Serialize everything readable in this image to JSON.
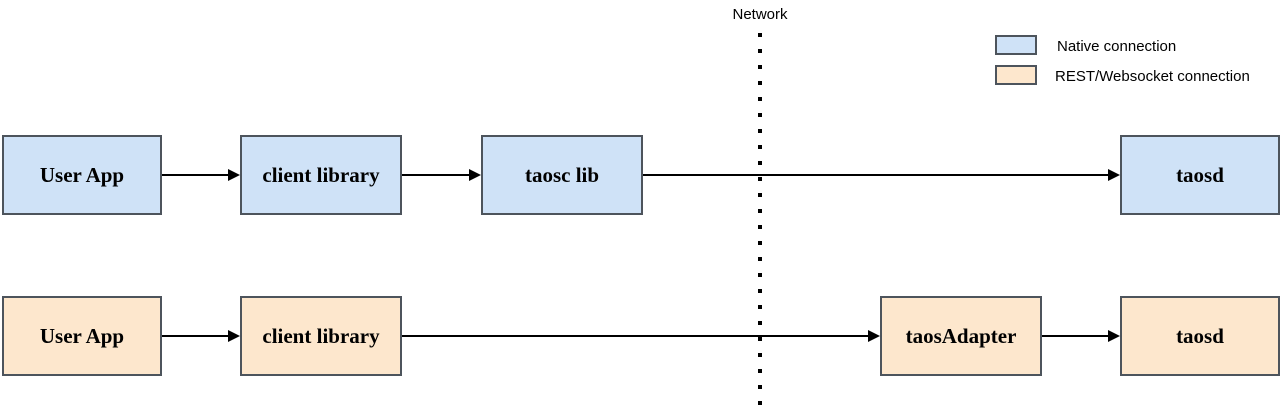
{
  "network_divider": {
    "label": "Network"
  },
  "legend": {
    "items": [
      {
        "label": "Native connection",
        "swatch": "native-swatch"
      },
      {
        "label": "REST/Websocket connection",
        "swatch": "rest-swatch"
      }
    ]
  },
  "flows": {
    "native": {
      "nodes": [
        {
          "label": "User App"
        },
        {
          "label": "client library"
        },
        {
          "label": "taosc lib"
        },
        {
          "label": "taosd"
        }
      ]
    },
    "rest": {
      "nodes": [
        {
          "label": "User App"
        },
        {
          "label": "client library"
        },
        {
          "label": "taosAdapter"
        },
        {
          "label": "taosd"
        }
      ]
    }
  },
  "colors": {
    "native_fill": "#cfe2f7",
    "rest_fill": "#fde7cd",
    "node_border": "#4d545c",
    "arrow": "#000000",
    "text": "#000000"
  }
}
